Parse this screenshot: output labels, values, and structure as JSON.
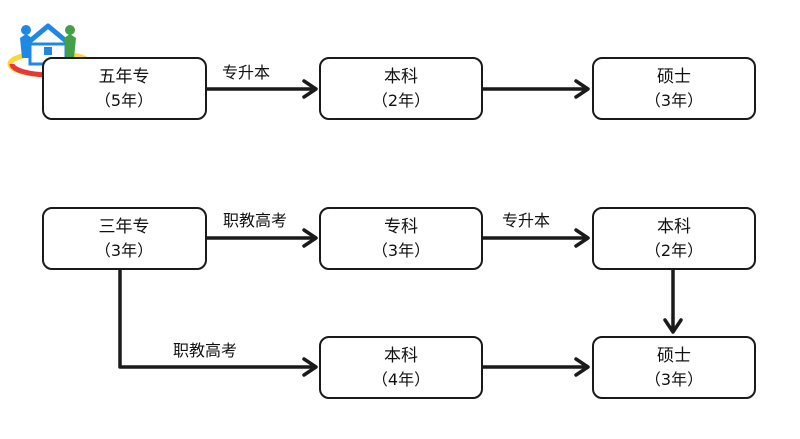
{
  "nodes": {
    "n1": {
      "line1": "五年专",
      "line2": "（5年）"
    },
    "n2": {
      "line1": "本科",
      "line2": "（2年）"
    },
    "n3": {
      "line1": "硕士",
      "line2": "（3年）"
    },
    "n4": {
      "line1": "三年专",
      "line2": "（3年）"
    },
    "n5": {
      "line1": "专科",
      "line2": "（3年）"
    },
    "n6": {
      "line1": "本科",
      "line2": "（2年）"
    },
    "n7": {
      "line1": "本科",
      "line2": "（4年）"
    },
    "n8": {
      "line1": "硕士",
      "line2": "（3年）"
    }
  },
  "edges": {
    "e1": "专升本",
    "e3": "职教高考",
    "e4": "专升本",
    "e6": "职教高考"
  },
  "logo": {
    "icon": "house-family-logo-icon",
    "colors": [
      "#e53935",
      "#fb8c00",
      "#fdd835",
      "#43a047",
      "#1e88e5"
    ]
  }
}
